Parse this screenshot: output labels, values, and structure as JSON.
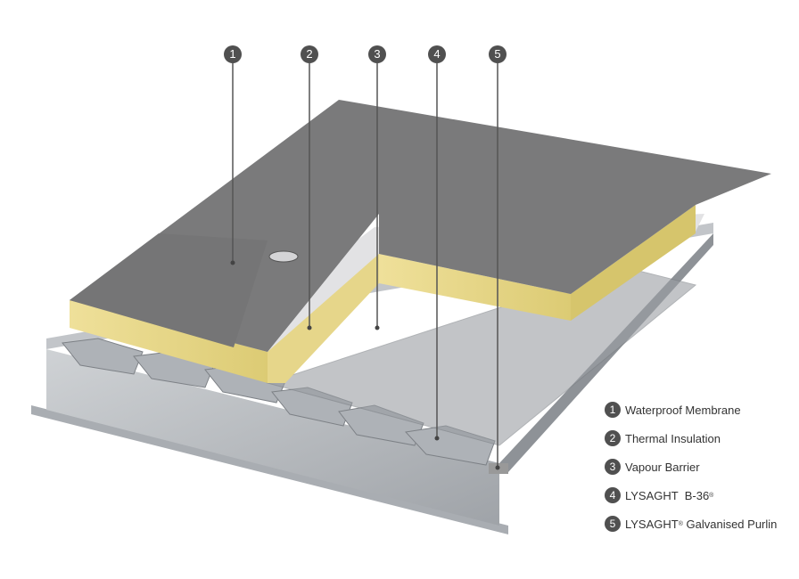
{
  "markers": [
    "1",
    "2",
    "3",
    "4",
    "5"
  ],
  "legend": [
    {
      "num": "1",
      "label": "Waterproof Membrane",
      "sup": "",
      "suffix": ""
    },
    {
      "num": "2",
      "label": "Thermal Insulation",
      "sup": "",
      "suffix": ""
    },
    {
      "num": "3",
      "label": "Vapour Barrier",
      "sup": "",
      "suffix": ""
    },
    {
      "num": "4",
      "label": "LYSAGHT  B-36",
      "sup": "®",
      "suffix": ""
    },
    {
      "num": "5",
      "label": "LYSAGHT",
      "sup": "®",
      "suffix": " Galvanised Purlin"
    }
  ],
  "colors": {
    "membrane": "#7a7a7b",
    "insulation": "#e8d98a",
    "vapour": "#e2e2e4",
    "steel": "#b9bcc0",
    "marker": "#505050"
  }
}
